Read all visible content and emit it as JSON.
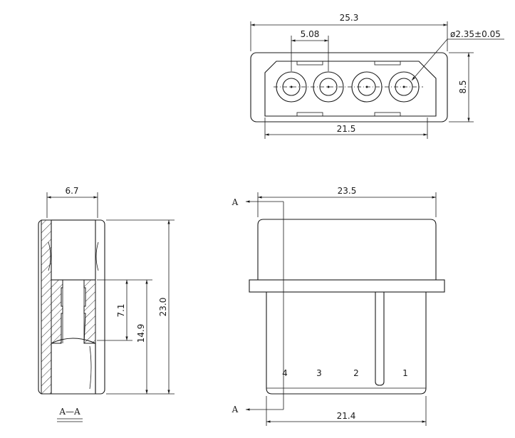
{
  "top_view": {
    "overall_width": "25.3",
    "pin_pitch": "5.08",
    "hole_diameter": "ø2.35±0.05",
    "height": "8.5",
    "inner_width": "21.5"
  },
  "section_view": {
    "width": "6.7",
    "overall_height": "23.0",
    "depth_upper": "7.1",
    "depth_lower": "14.9",
    "label": "A—A"
  },
  "front_view": {
    "width": "23.5",
    "bottom_width": "21.4",
    "section_marker_top": "A",
    "section_marker_bottom": "A",
    "pin_numbers": [
      "4",
      "3",
      "2",
      "1"
    ]
  }
}
